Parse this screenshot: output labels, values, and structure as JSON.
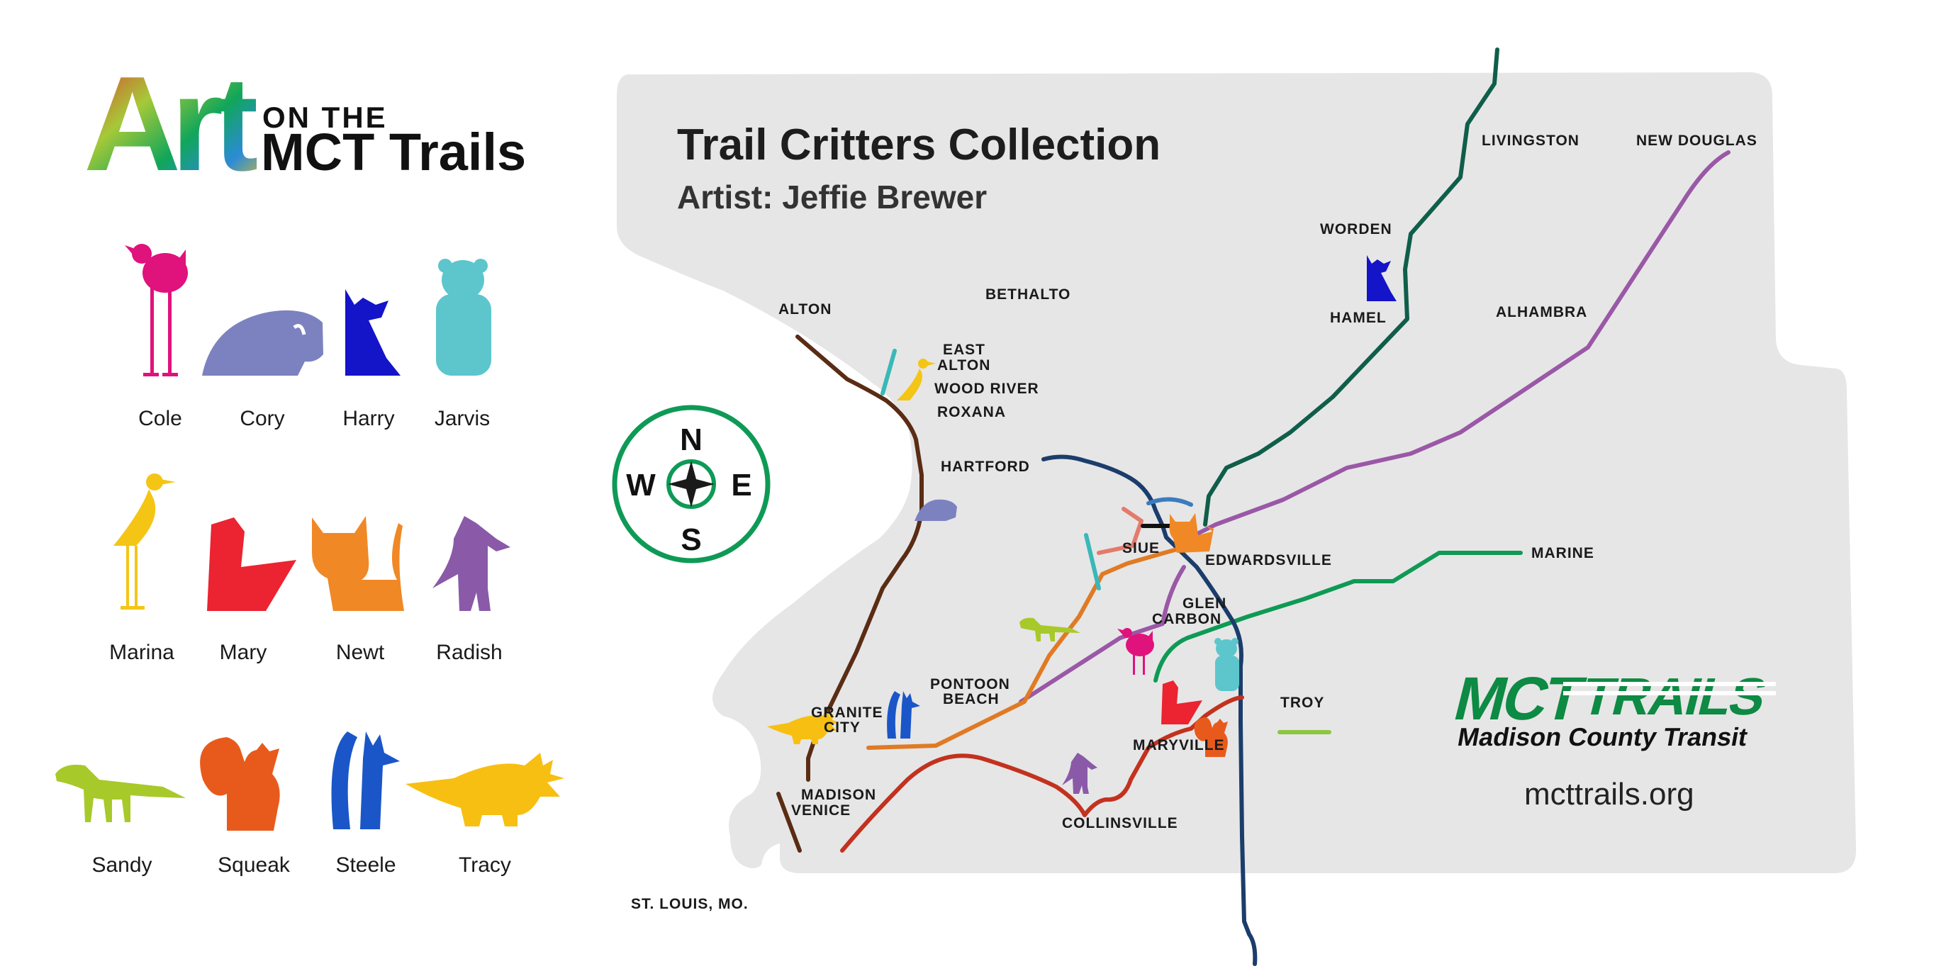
{
  "logo": {
    "art": "Art",
    "on_the": "ON THE",
    "mct_trails": "MCT Trails"
  },
  "map_title": "Trail Critters Collection",
  "artist": "Artist: Jeffie Brewer",
  "compass": {
    "n": "N",
    "s": "S",
    "e": "E",
    "w": "W"
  },
  "critters": [
    {
      "name": "Cole",
      "color": "#e0127c"
    },
    {
      "name": "Cory",
      "color": "#7c82c0"
    },
    {
      "name": "Harry",
      "color": "#1414c8"
    },
    {
      "name": "Jarvis",
      "color": "#5cc6cc"
    },
    {
      "name": "Marina",
      "color": "#f4c515"
    },
    {
      "name": "Mary",
      "color": "#ec2330"
    },
    {
      "name": "Newt",
      "color": "#f08826"
    },
    {
      "name": "Radish",
      "color": "#8a5aa8"
    },
    {
      "name": "Sandy",
      "color": "#a8c92a"
    },
    {
      "name": "Squeak",
      "color": "#e85a1c"
    },
    {
      "name": "Steele",
      "color": "#1a56c8"
    },
    {
      "name": "Tracy",
      "color": "#f7bf12"
    }
  ],
  "towns": {
    "livingston": "LIVINGSTON",
    "new_douglas": "NEW DOUGLAS",
    "worden": "WORDEN",
    "hamel": "HAMEL",
    "alhambra": "ALHAMBRA",
    "alton": "ALTON",
    "bethalto": "BETHALTO",
    "east": "EAST",
    "alton2": "ALTON",
    "wood_river": "WOOD RIVER",
    "roxana": "ROXANA",
    "hartford": "HARTFORD",
    "siue": "SIUE",
    "edwardsville": "EDWARDSVILLE",
    "marine": "MARINE",
    "glen": "GLEN",
    "carbon": "CARBON",
    "pontoon": "PONTOON",
    "beach": "BEACH",
    "granite": "GRANITE",
    "city": "CITY",
    "troy": "TROY",
    "maryville": "MARYVILLE",
    "madison": "MADISON",
    "venice": "VENICE",
    "collinsville": "COLLINSVILLE",
    "st_louis": "ST. LOUIS, MO."
  },
  "brand": {
    "mct": "MCT",
    "trails": "TRAILS",
    "agency": "Madison County Transit",
    "url": "mcttrails.org",
    "color": "#0d8a43"
  },
  "trail_colors": {
    "dark_green": "#0f5e4a",
    "purple": "#9a58a6",
    "green": "#0e9a56",
    "navy": "#1b3d6b",
    "brown": "#5a2c14",
    "orange": "#e07a24",
    "red": "#c2321e",
    "teal": "#3ab8b8",
    "salmon": "#e47a6c",
    "blue": "#3c7bc0",
    "lime": "#8cc63f"
  },
  "land_color": "#e6e6e6"
}
